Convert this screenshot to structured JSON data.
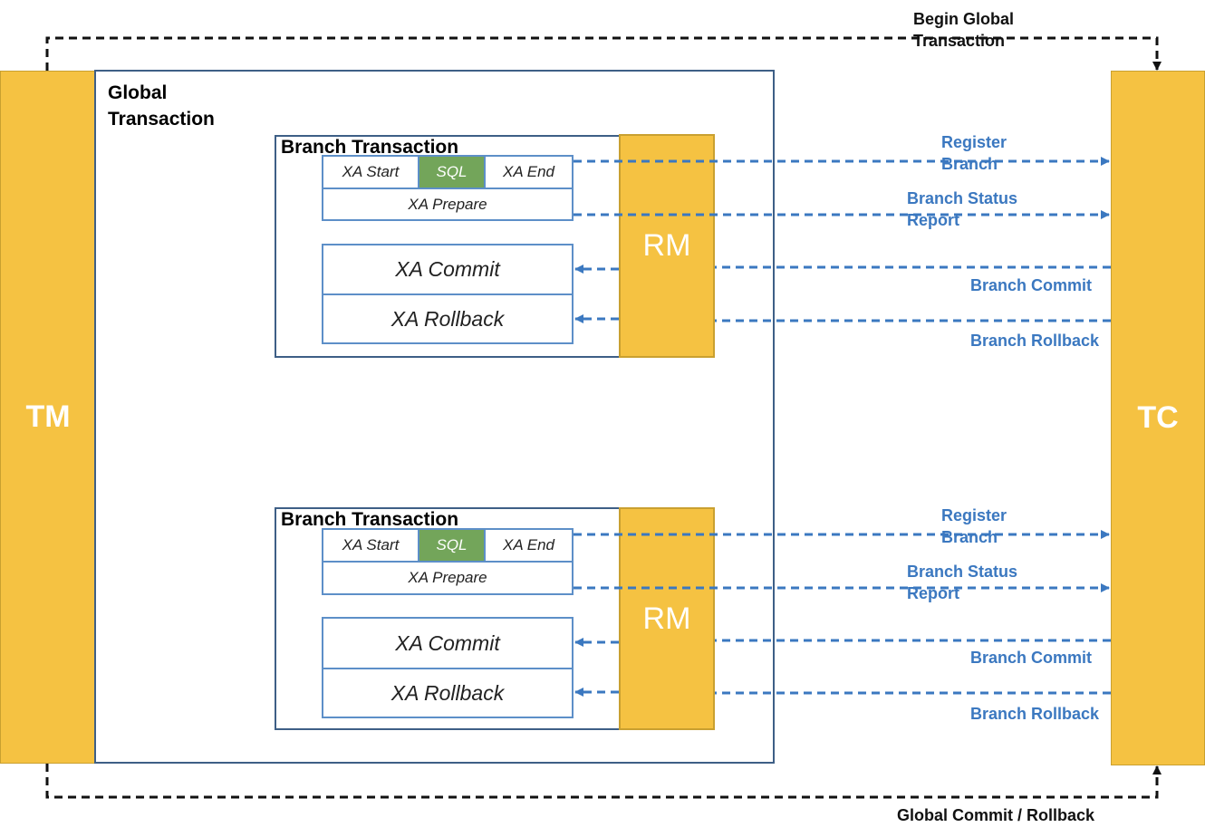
{
  "tm_label": "TM",
  "tc_label": "TC",
  "global_transaction_title": "Global\nTransaction",
  "begin_global_label": "Begin Global\nTransaction",
  "global_commit_label": "Global Commit / Rollback",
  "branches": [
    {
      "title": "Branch Transaction",
      "xa_start": "XA Start",
      "sql": "SQL",
      "xa_end": "XA End",
      "xa_prepare": "XA Prepare",
      "xa_commit": "XA Commit",
      "xa_rollback": "XA Rollback",
      "rm": "RM",
      "register_branch": "Register\nBranch",
      "branch_status_report": "Branch Status\nReport",
      "branch_commit": "Branch Commit",
      "branch_rollback": "Branch Rollback"
    },
    {
      "title": "Branch Transaction",
      "xa_start": "XA Start",
      "sql": "SQL",
      "xa_end": "XA End",
      "xa_prepare": "XA Prepare",
      "xa_commit": "XA Commit",
      "xa_rollback": "XA Rollback",
      "rm": "RM",
      "register_branch": "Register\nBranch",
      "branch_status_report": "Branch Status\nReport",
      "branch_commit": "Branch Commit",
      "branch_rollback": "Branch Rollback"
    }
  ],
  "colors": {
    "pillar": "#f5c242",
    "sql_cell": "#73a55a",
    "blue_label": "#3b78c0",
    "box_border": "#3e5f86"
  }
}
